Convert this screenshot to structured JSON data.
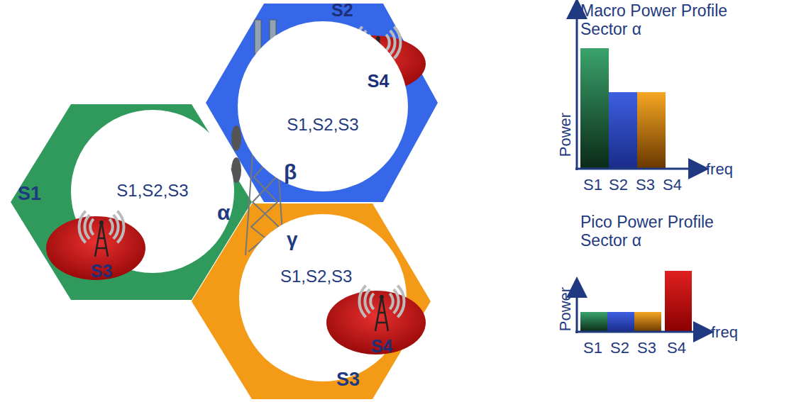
{
  "diagram": {
    "nodes": [
      {
        "text": [
          "S2",
          "S4"
        ]
      },
      {
        "text": [
          "S1,S2,S3"
        ]
      },
      {
        "text": [
          "S1,S2,S3"
        ]
      },
      {
        "text": [
          "S3"
        ]
      },
      {
        "text": [
          "S1,S2,S3"
        ]
      },
      {
        "text": [
          "S4"
        ]
      }
    ],
    "labels": [
      "S1",
      "α",
      "β",
      "γ",
      "S3",
      "Macro Power Profile Sector α",
      "Power",
      "freq",
      "S1",
      "S2",
      "S3",
      "S4",
      "Pico Power Profile Sector α",
      "Power",
      "freq",
      "S1",
      "S2",
      "S3",
      "S4"
    ]
  }
}
